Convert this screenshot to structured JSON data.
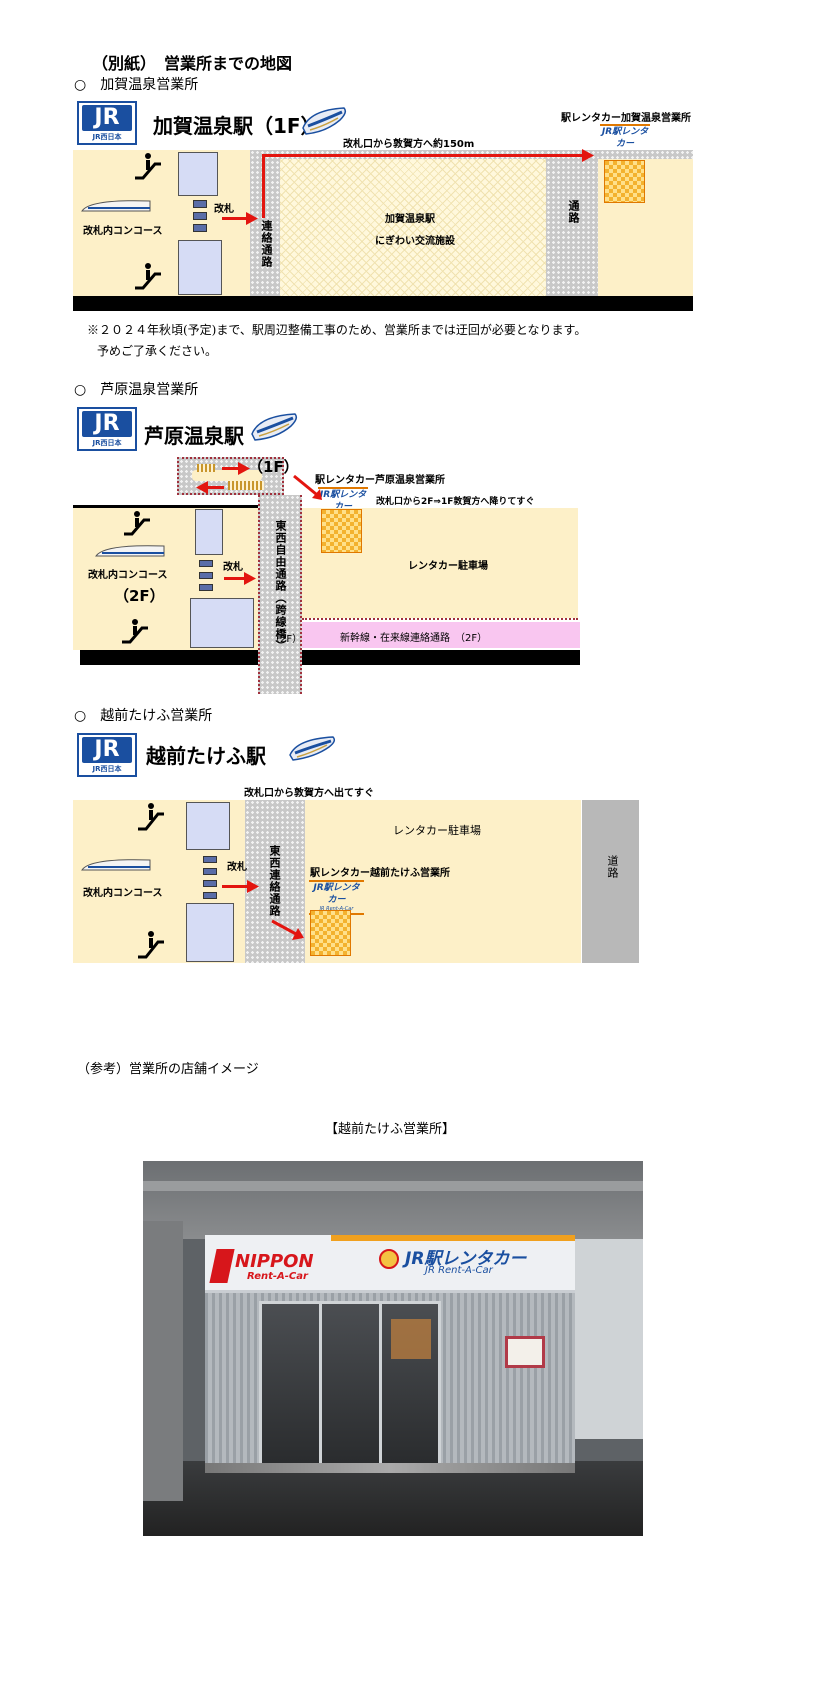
{
  "header": {
    "title": "（別紙）　営業所までの地図"
  },
  "sections": {
    "kaga": {
      "heading": "○　加賀温泉営業所",
      "station": "加賀温泉駅（1F）",
      "office_label": "駅レンタカー加賀温泉営業所",
      "route_label": "改札口から敦賀方へ約150m",
      "ticket_gate": "改札",
      "concourse": "改札内コンコース",
      "connector": "連絡通路",
      "facility_line1": "加賀温泉駅",
      "facility_line2": "にぎわい交流施設",
      "passage": "通路",
      "note_line1": "※２０２４年秋頃(予定)まで、駅周辺整備工事のため、営業所までは迂回が必要となります。",
      "note_line2": "予めご了承ください。"
    },
    "awara": {
      "heading": "○　芦原温泉営業所",
      "station": "芦原温泉駅",
      "floor_1f": "（1F）",
      "office_label": "駅レンタカー芦原温泉営業所",
      "route_label": "改札口から2F⇒1F敦賀方へ降りてすぐ",
      "ticket_gate": "改札",
      "concourse": "改札内コンコース",
      "floor_2f": "（2F）",
      "free_passage": "東西自由通路（跨線橋）",
      "passage_2f": "（2F）",
      "parking": "レンタカー駐車場",
      "shinkansen_passage": "新幹線・在来線連絡通路　（2F）"
    },
    "takefu": {
      "heading": "○　越前たけふ営業所",
      "station": "越前たけふ駅",
      "route_label": "改札口から敦賀方へ出てすぐ",
      "ticket_gate": "改札",
      "concourse": "改札内コンコース",
      "connector": "東西連絡通路",
      "parking": "レンタカー駐車場",
      "office_label": "駅レンタカー越前たけふ営業所",
      "road": "道路"
    }
  },
  "reference": {
    "heading": "（参考）営業所の店舗イメージ",
    "photo_caption": "【越前たけふ営業所】",
    "sign_nippon": "NIPPON",
    "sign_nippon_sub": "Rent-A-Car",
    "sign_jr": "JR駅レンタカー",
    "sign_jr_sub": "JR Rent-A-Car"
  },
  "logos": {
    "jr": "JR",
    "jr_west": "JR西日本",
    "rentacar_main": "JR駅レンタカー",
    "rentacar_sub": "JR Rent-A-Car"
  },
  "colors": {
    "cream": "#fdf0c8",
    "arrow_red": "#e3150f",
    "jr_blue": "#1a4fa0",
    "office_orange": "#f3b22f",
    "pink_passage": "#f9c6f0"
  }
}
